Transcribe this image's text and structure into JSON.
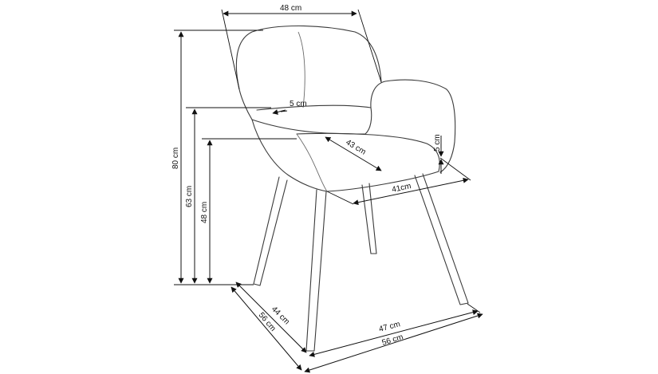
{
  "colors": {
    "line": "#3a3a3a",
    "dimension": "#111111",
    "background": "#ffffff"
  },
  "dimensions": {
    "top_width": "48 cm",
    "total_height": "80 cm",
    "armrest_height": "63 cm",
    "seat_height": "48 cm",
    "backrest_thickness": "5 cm",
    "seat_depth": "43 cm",
    "seat_width": "41cm",
    "armrest_thickness": "5 cm",
    "inner_depth": "44 cm",
    "outer_depth": "56 cm",
    "inner_width": "47 cm",
    "outer_width": "56 cm"
  }
}
